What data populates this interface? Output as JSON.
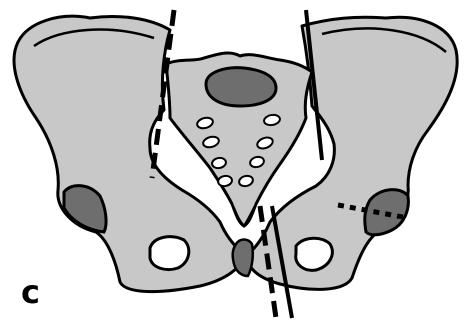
{
  "panel_label": "c",
  "colors": {
    "bone_fill": "#c8c8c8",
    "dark_fill": "#6e6e6e",
    "stroke": "#000000",
    "hole_fill": "#ffffff",
    "background": "#ffffff"
  },
  "structures": [
    "left-iliac-wing",
    "right-iliac-wing",
    "sacrum",
    "left-acetabulum",
    "right-acetabulum",
    "left-obturator-foramen",
    "right-obturator-foramen",
    "pubic-symphysis",
    "sacral-foramina"
  ],
  "cut_lines": [
    {
      "name": "left-sacroiliac-dashed-line",
      "style": "dashed"
    },
    {
      "name": "right-sacroiliac-solid-line",
      "style": "solid"
    },
    {
      "name": "pubic-solid-line",
      "style": "solid"
    },
    {
      "name": "pubic-dashed-line",
      "style": "dashed"
    },
    {
      "name": "right-acetabular-dotted-line",
      "style": "dotted"
    }
  ]
}
